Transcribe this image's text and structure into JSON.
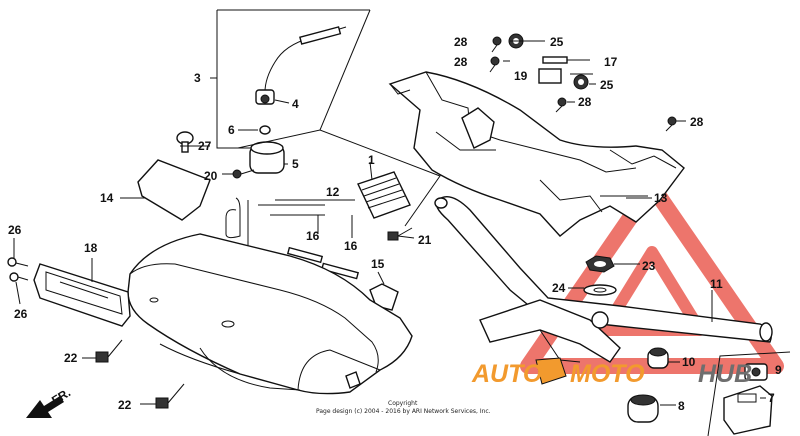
{
  "callouts": {
    "c1": "1",
    "c3": "3",
    "c4": "4",
    "c5": "5",
    "c6": "6",
    "c7": "7",
    "c8": "8",
    "c9": "9",
    "c10": "10",
    "c11": "11",
    "c12": "12",
    "c13": "13",
    "c14": "14",
    "c15": "15",
    "c16a": "16",
    "c16b": "16",
    "c17": "17",
    "c18": "18",
    "c19": "19",
    "c20": "20",
    "c21": "21",
    "c22a": "22",
    "c22b": "22",
    "c23": "23",
    "c24": "24",
    "c25a": "25",
    "c25b": "25",
    "c26a": "26",
    "c26b": "26",
    "c27": "27",
    "c28a": "28",
    "c28b": "28",
    "c28c": "28",
    "c28d": "28"
  },
  "front_arrow": "FR.",
  "copyright": {
    "line1": "Copyright",
    "line2": "Page design (c) 2004 - 2016 by ARI Network Services, Inc."
  },
  "watermark": {
    "text_auto": "AUTO",
    "text_moto": "MOTO",
    "text_hub": "HUB",
    "color_red": "#e8473c",
    "color_orange": "#f29a2e",
    "color_gray": "#6e6e6e"
  }
}
